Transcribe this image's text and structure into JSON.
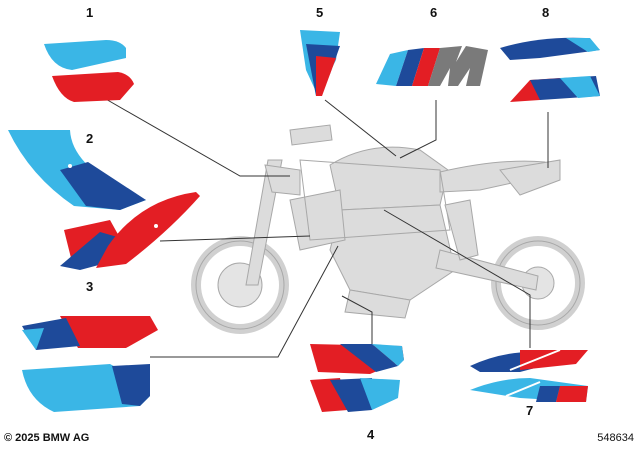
{
  "callouts": {
    "c1": "1",
    "c2": "2",
    "c3": "3",
    "c4": "4",
    "c5": "5",
    "c6": "6",
    "c7": "7",
    "c8": "8"
  },
  "footer": {
    "copyright": "© 2025 BMW AG",
    "diagram_id": "548634"
  },
  "colors": {
    "light_blue": "#3ab6e6",
    "dark_blue": "#1e4a9a",
    "red": "#e31e24",
    "gray": "#7a7a7a",
    "bike": "#d9d9d9",
    "bike_outline": "#a6a6a6"
  }
}
